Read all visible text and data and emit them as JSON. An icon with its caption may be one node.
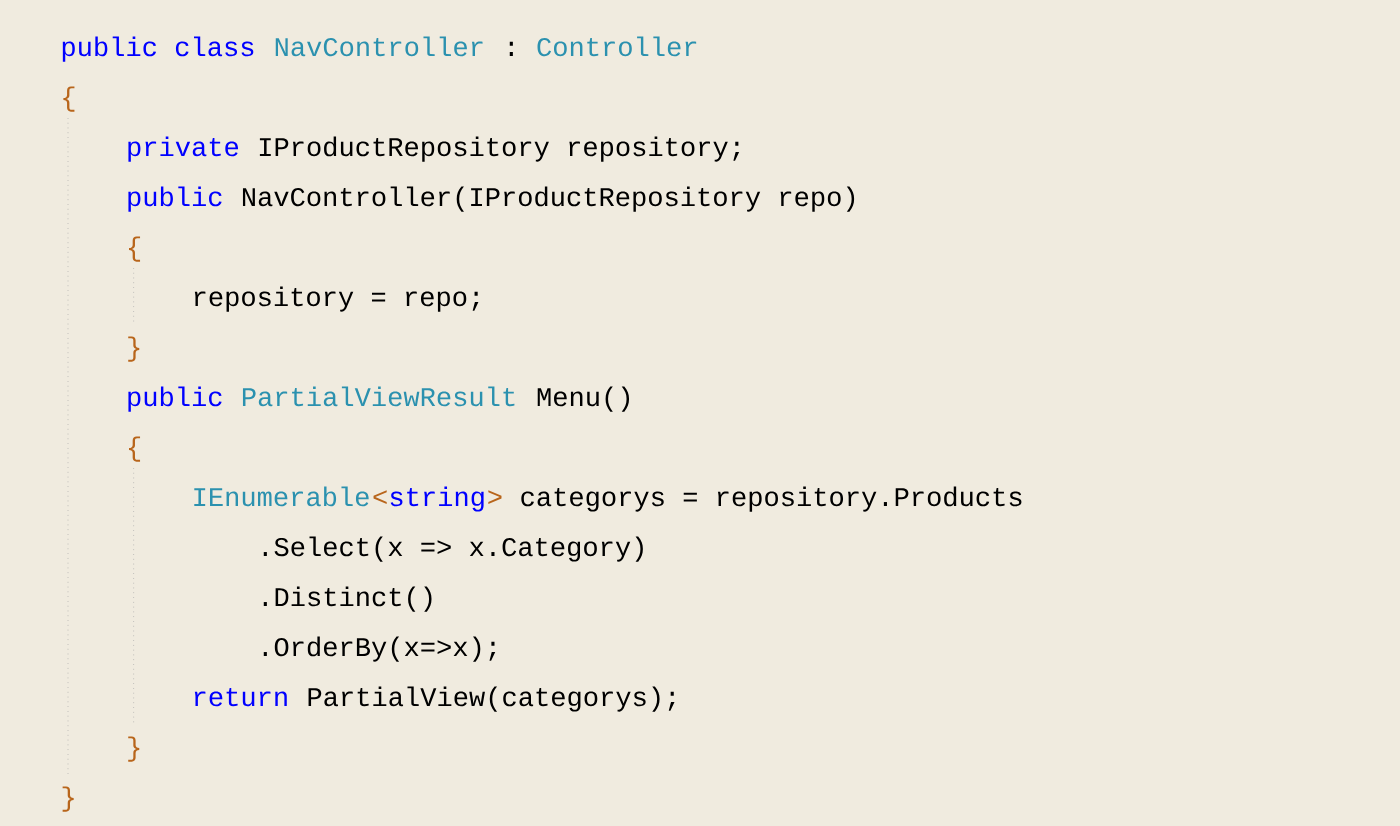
{
  "diagram": {
    "labels": [
      "public class",
      "NavController",
      ":",
      "Controller",
      "{",
      "private",
      "IProductRepository repository;",
      "public",
      "NavController(IProductRepository repo)",
      "{",
      "repository = repo;",
      "}",
      "public",
      "PartialViewResult",
      "Menu()",
      "{",
      "IEnumerable",
      "<",
      "string",
      ">",
      "categorys = repository.Products",
      ".Select(x => x.Category)",
      ".Distinct()",
      ".OrderBy(x=>x);",
      "return",
      "PartialView(categorys);",
      "}",
      "}"
    ]
  }
}
